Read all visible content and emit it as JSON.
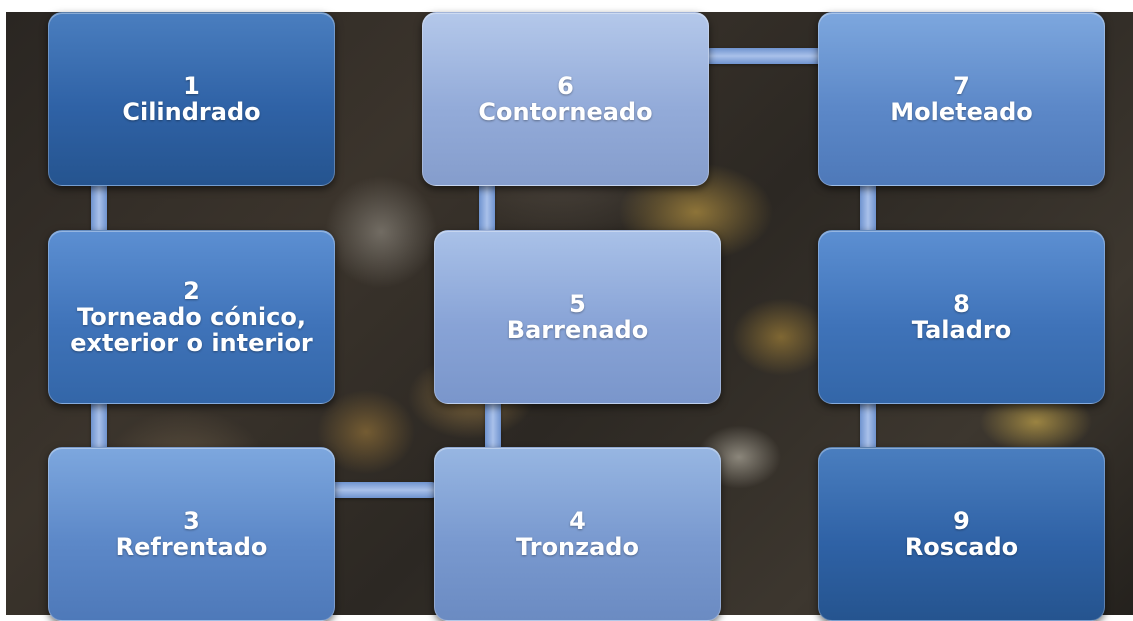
{
  "steps": [
    {
      "number": "1",
      "label": "Cilindrado"
    },
    {
      "number": "2",
      "label": "Torneado cónico,\nexterior o interior"
    },
    {
      "number": "3",
      "label": "Refrentado"
    },
    {
      "number": "4",
      "label": "Tronzado"
    },
    {
      "number": "5",
      "label": "Barrenado"
    },
    {
      "number": "6",
      "label": "Contorneado"
    },
    {
      "number": "7",
      "label": "Moleteado"
    },
    {
      "number": "8",
      "label": "Taladro"
    },
    {
      "number": "9",
      "label": "Roscado"
    }
  ]
}
